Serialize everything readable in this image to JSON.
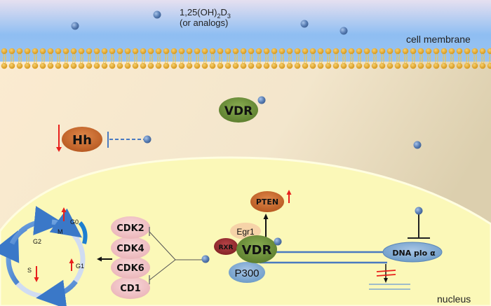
{
  "labels": {
    "ligand_line1": "1,25(OH)",
    "ligand_sub1": "2",
    "ligand_mid": "D",
    "ligand_sub2": "3",
    "ligand_line2": "(or analogs)",
    "cell_membrane": "cell membrane",
    "nucleus": "nucleus"
  },
  "proteins": {
    "vdr_cytoplasm": "VDR",
    "hh": "Hh",
    "pten": "PTEN",
    "egr1": "Egr1",
    "rxr": "RXR",
    "vdr_nucleus": "VDR",
    "p300": "P300",
    "dna_plo": "DNA plo α",
    "cdk2": "CDK2",
    "cdk4": "CDK4",
    "cdk6": "CDK6",
    "cd1": "CD1"
  },
  "cell_cycle": {
    "phases": [
      "G0",
      "M",
      "G2",
      "S",
      "G1"
    ],
    "regulation": {
      "G0": "up",
      "S": "down",
      "G1": "up"
    }
  },
  "regulation": {
    "hh": "down",
    "pten": "up"
  },
  "colors": {
    "ligand": "#5a7fb5",
    "vdr": "#6b8f3a",
    "hh": "#c8692a",
    "pten": "#c8692a",
    "egr1": "#f6d3a8",
    "rxr": "#9a2d30",
    "p300": "#7fa8d0",
    "dna_plo": "#8fb4dc",
    "cdk": "#f2c4c6",
    "up_arrow": "#e8201c",
    "nucleus_fill": "#fbf8b8",
    "membrane_head": "#e3a92a"
  }
}
